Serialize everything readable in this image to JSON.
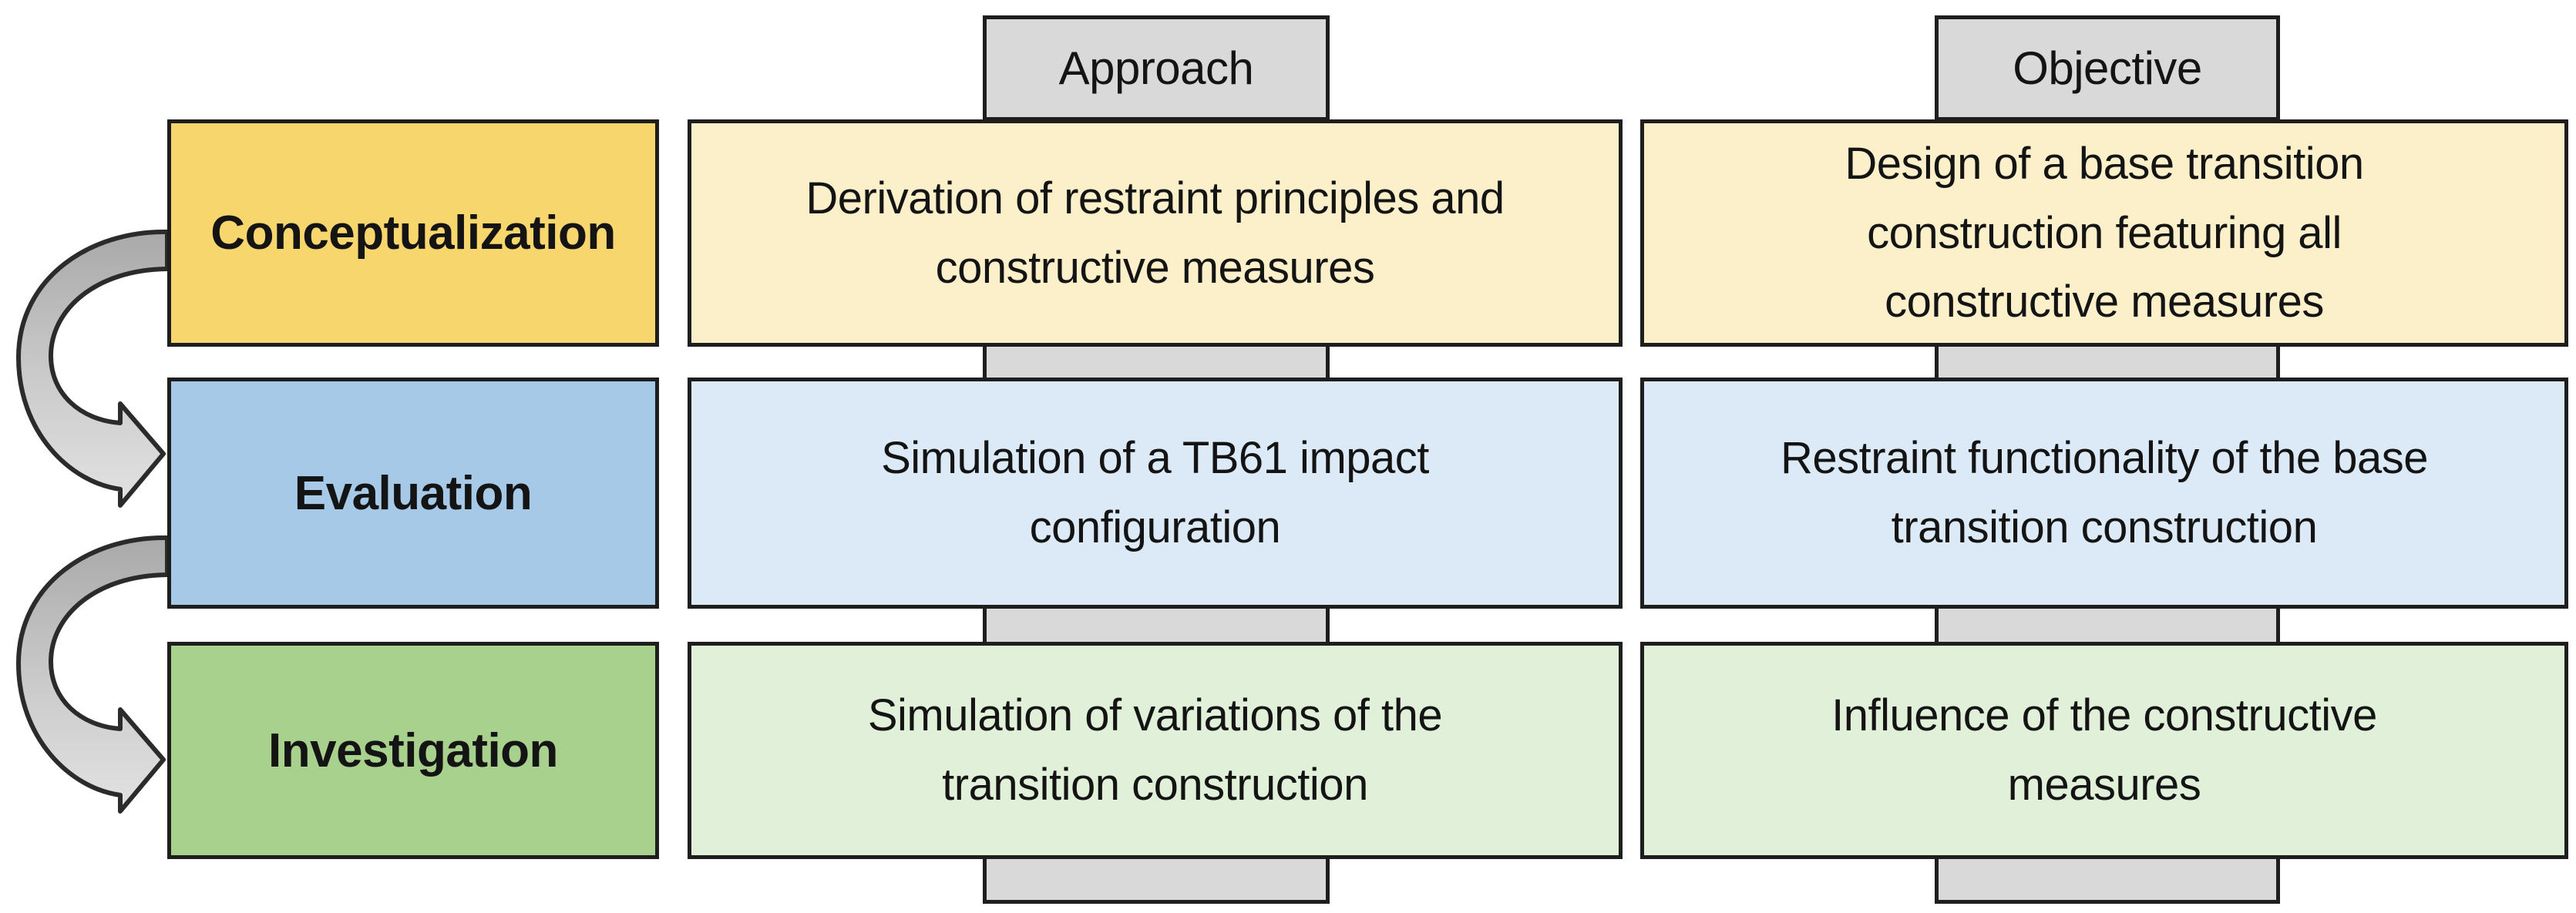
{
  "diagram": {
    "description_columns": {
      "approach_header": "Approach",
      "objective_header": "Objective"
    },
    "rows": [
      {
        "stage": "Conceptualization",
        "approach": "Derivation of restraint principles and\nconstructive measures",
        "objective": "Design of a base transition\nconstruction featuring all\nconstructive measures"
      },
      {
        "stage": "Evaluation",
        "approach": "Simulation of a TB61 impact\nconfiguration",
        "objective": "Restraint functionality of the base\ntransition construction"
      },
      {
        "stage": "Investigation",
        "approach": "Simulation of variations of the\ntransition construction",
        "objective": "Influence of the constructive\nmeasures"
      }
    ],
    "icons": {
      "flow_arrow_1": "curved-down-arrow",
      "flow_arrow_2": "curved-down-arrow"
    },
    "colors": {
      "stage_gold": "#f8d66e",
      "tint_gold": "#fcf0ca",
      "stage_blue": "#a6c9e8",
      "tint_blue": "#dceaf7",
      "stage_green": "#a9d18e",
      "tint_green": "#e1f0d9",
      "spine_gray": "#d9d9d9",
      "border_dark": "#1e1e1e",
      "arrow_gray_dark": "#a9a9a9",
      "arrow_gray_light": "#e3e3e3"
    }
  }
}
